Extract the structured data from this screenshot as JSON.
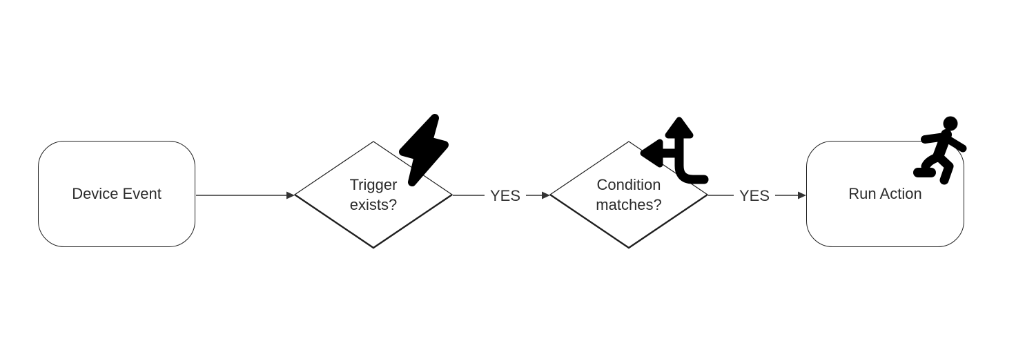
{
  "diagram": {
    "type": "flowchart",
    "direction": "left-to-right",
    "colors": {
      "background": "#ffffff",
      "shape_stroke": "#1f1f1f",
      "arrow_stroke": "#333333",
      "text": "#2b2b2b",
      "icon": "#000000"
    },
    "nodes": [
      {
        "id": "device-event",
        "shape": "rounded-rectangle",
        "label": "Device Event"
      },
      {
        "id": "trigger-exists",
        "shape": "diamond",
        "label": "Trigger exists?",
        "lines": [
          "Trigger",
          "exists?"
        ],
        "icon": "lightning-bolt-icon"
      },
      {
        "id": "condition-matches",
        "shape": "diamond",
        "label": "Condition matches?",
        "lines": [
          "Condition",
          "matches?"
        ],
        "icon": "split-arrows-icon"
      },
      {
        "id": "run-action",
        "shape": "rounded-rectangle",
        "label": "Run Action",
        "icon": "running-person-icon"
      }
    ],
    "edges": [
      {
        "from": "device-event",
        "to": "trigger-exists",
        "label": ""
      },
      {
        "from": "trigger-exists",
        "to": "condition-matches",
        "label": "YES"
      },
      {
        "from": "condition-matches",
        "to": "run-action",
        "label": "YES"
      }
    ]
  }
}
